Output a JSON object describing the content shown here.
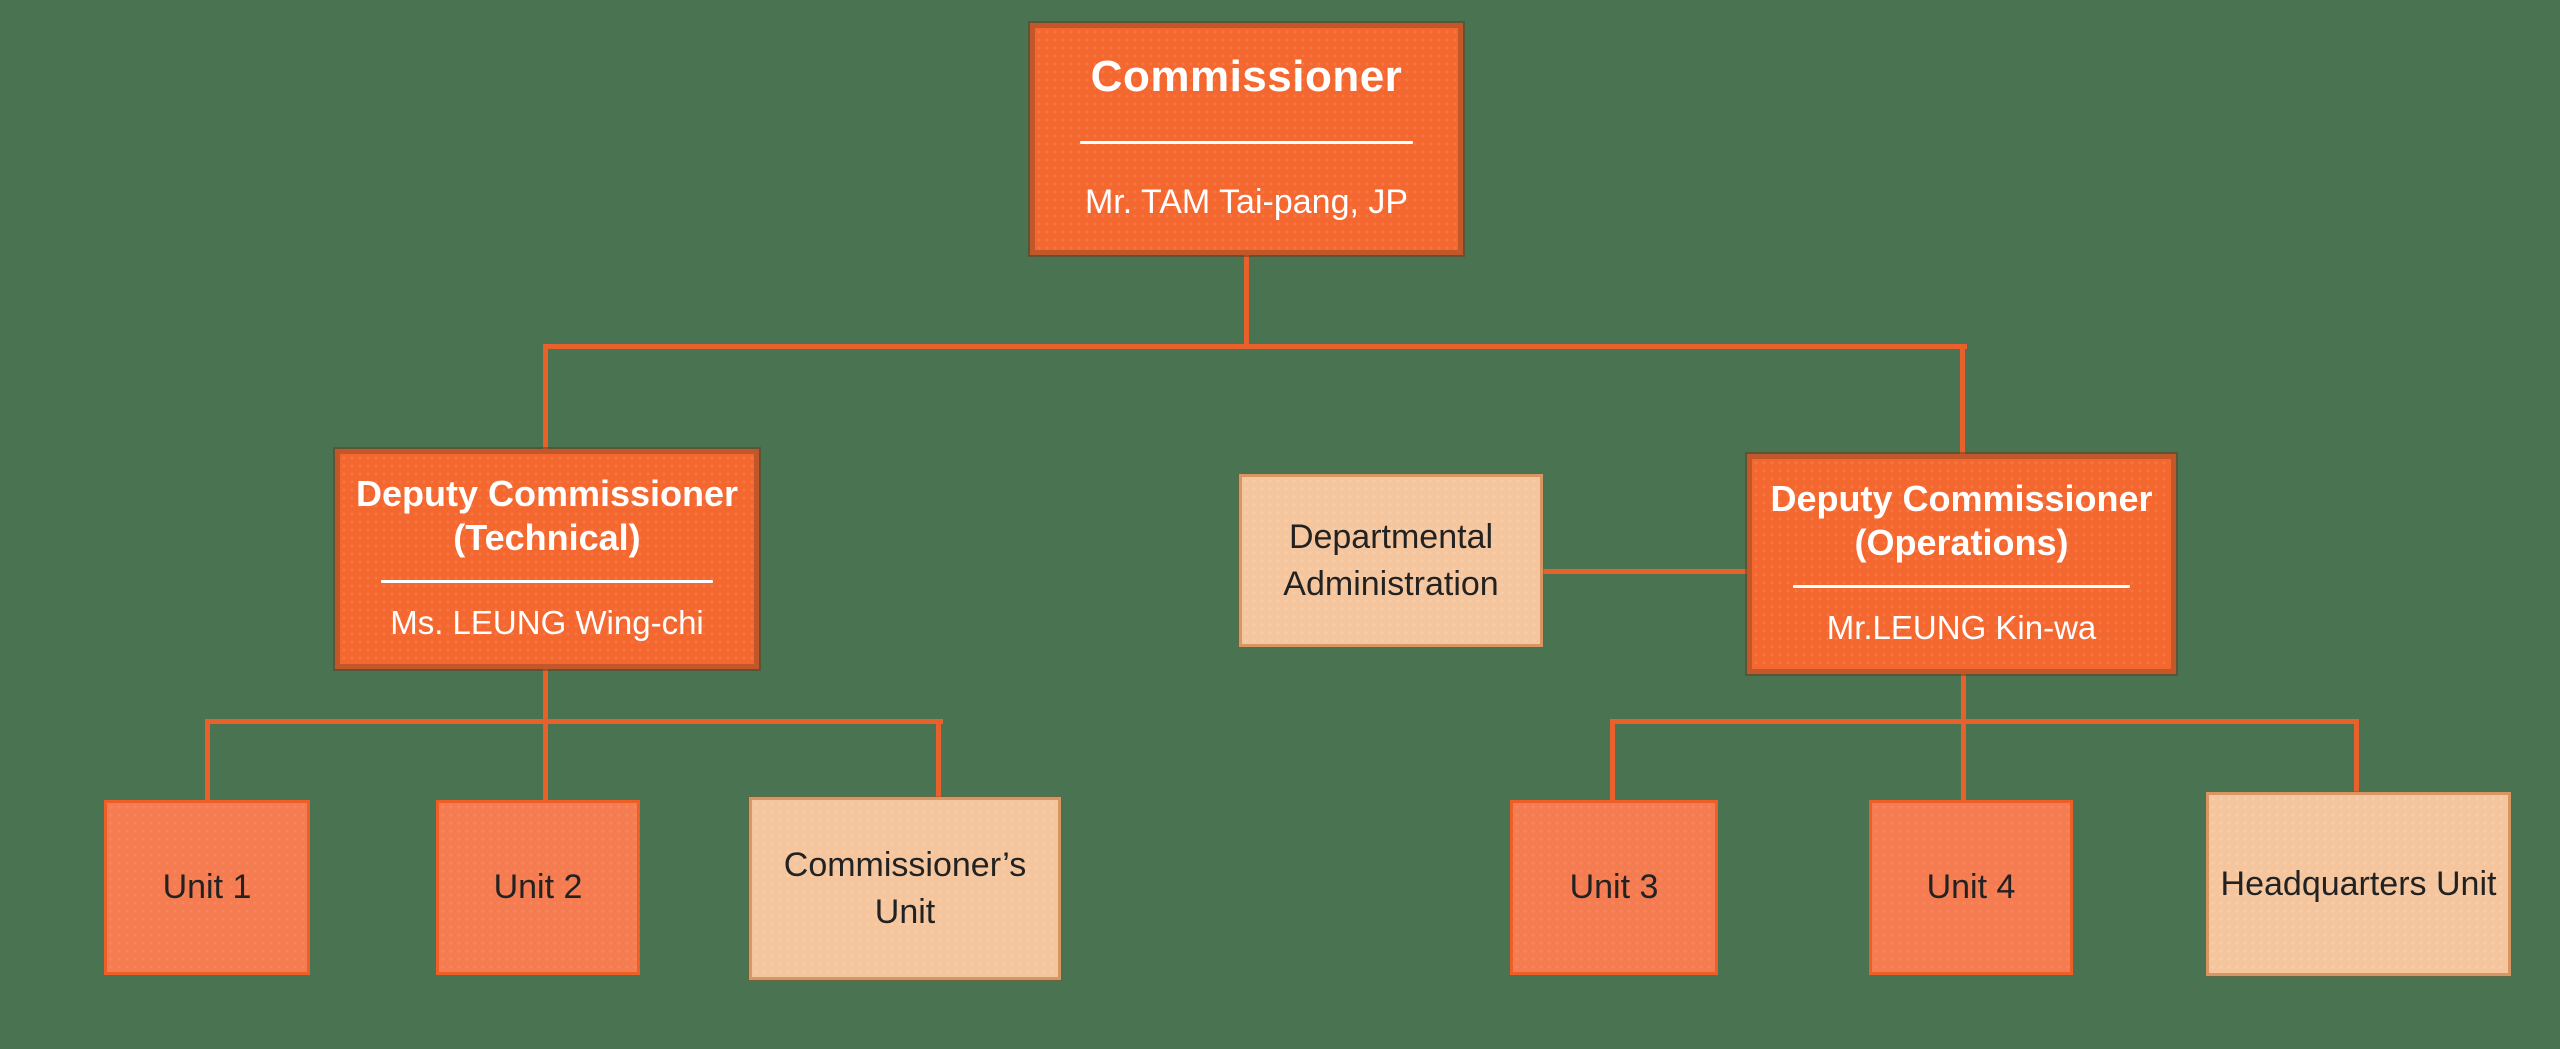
{
  "page": {
    "background_color": "#4A7351",
    "type": "organization-chart"
  },
  "palette": {
    "connector_line": "#E8602C",
    "primary_box_fill": "#F4672F",
    "primary_box_border": "#C2572A",
    "unit_box_fill": "#F57B51",
    "unit_box_border": "#EE5F28",
    "peach_box_fill": "#F5C69E",
    "peach_box_border": "#D89663",
    "text_light": "#FFFFFF",
    "text_dark": "#222222"
  },
  "org": {
    "commissioner": {
      "title": "Commissioner",
      "name": "Mr. TAM Tai-pang, JP"
    },
    "deputy_technical": {
      "title": "Deputy Commissioner",
      "subtitle": "(Technical)",
      "name": "Ms. LEUNG Wing-chi"
    },
    "deputy_operations": {
      "title": "Deputy Commissioner",
      "subtitle": "(Operations)",
      "name": "Mr.LEUNG Kin-wa"
    },
    "departmental_administration": {
      "label": "Departmental Administration"
    },
    "unit1": {
      "label": "Unit 1"
    },
    "unit2": {
      "label": "Unit 2"
    },
    "commissioners_unit": {
      "label": "Commissioner’s Unit"
    },
    "unit3": {
      "label": "Unit 3"
    },
    "unit4": {
      "label": "Unit 4"
    },
    "headquarters_unit": {
      "label": "Headquarters Unit"
    }
  }
}
